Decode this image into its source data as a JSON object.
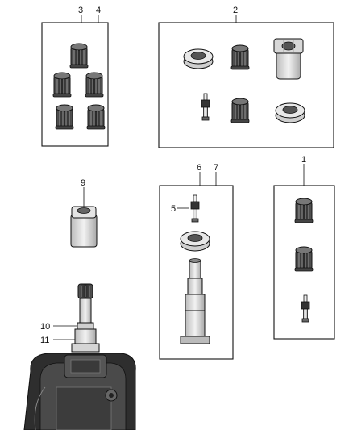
{
  "diagram": {
    "callouts": {
      "c1": "1",
      "c2": "2",
      "c3": "3",
      "c4": "4",
      "c5": "5",
      "c6": "6",
      "c7": "7",
      "c9": "9",
      "c10": "10",
      "c11": "11"
    },
    "colors": {
      "line": "#111111",
      "cap_fill": "#3a3a3a",
      "metal_fill": "#dcdcdc",
      "sensor_fill": "#2e2e2e"
    },
    "icons": [
      "valve-cap-icon",
      "valve-core-icon",
      "grommet-icon",
      "nut-icon",
      "valve-stem-icon",
      "tpms-sensor-icon",
      "tool-icon"
    ]
  }
}
